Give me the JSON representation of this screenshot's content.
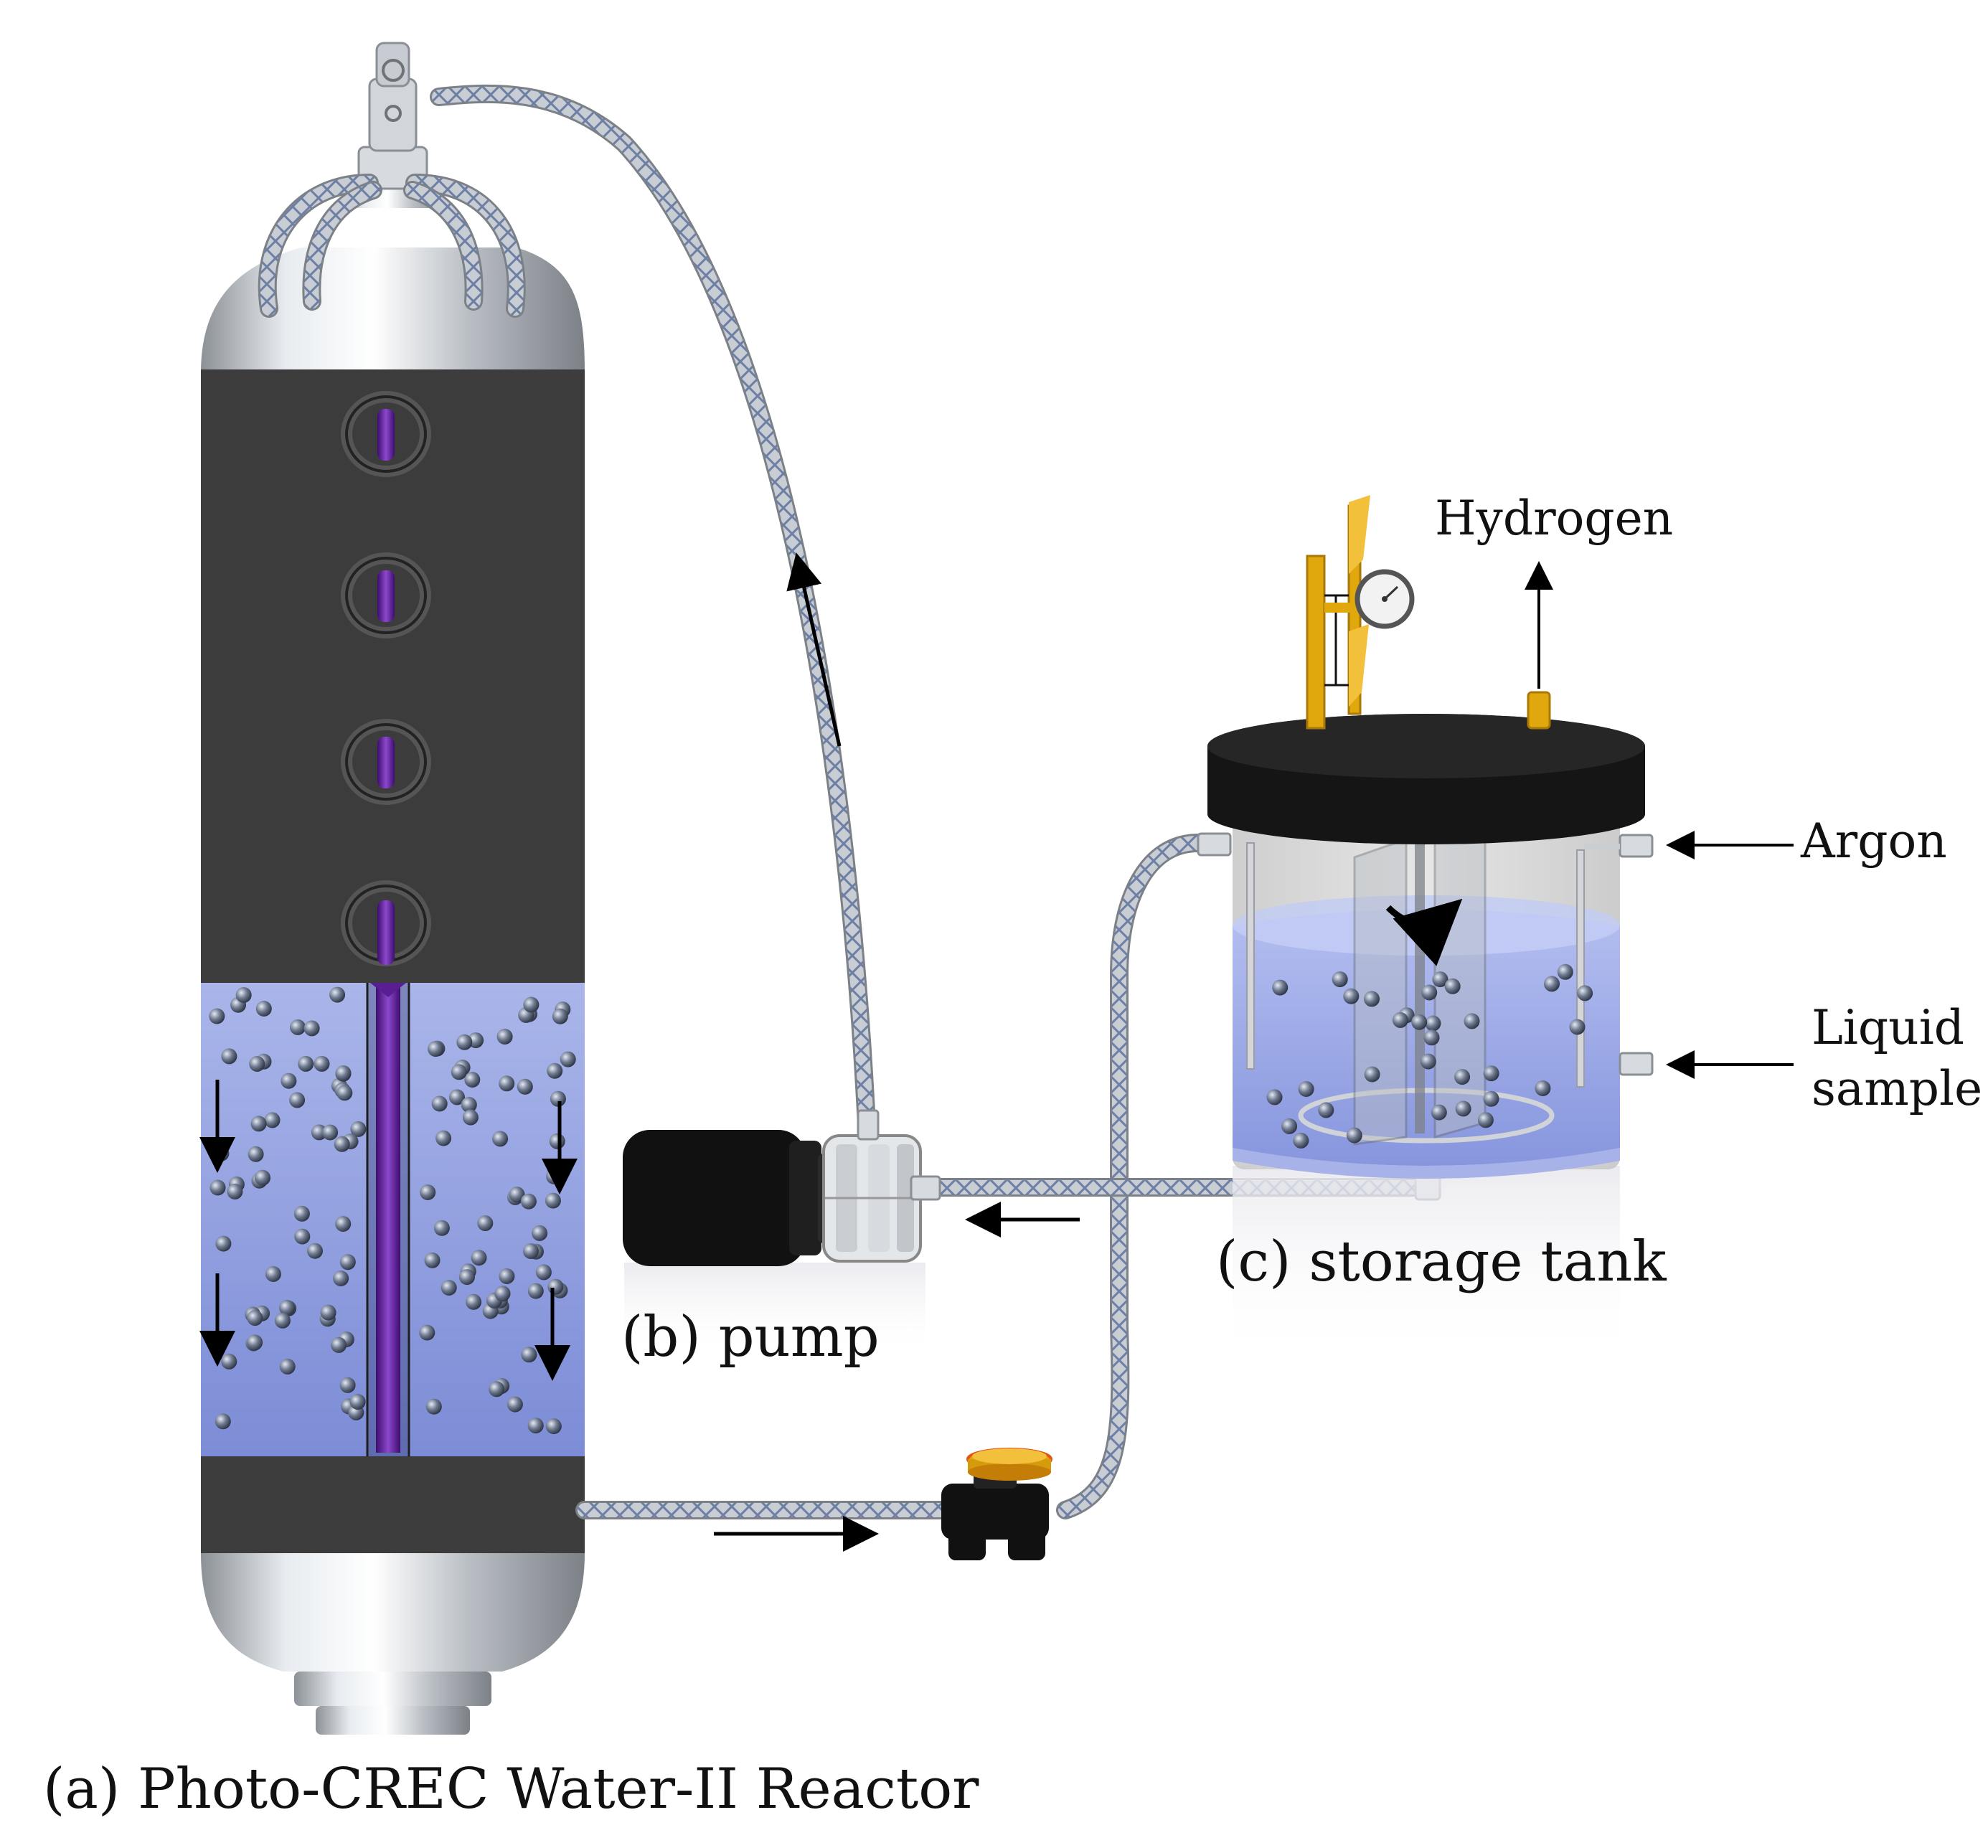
{
  "labels": {
    "reactor": "(a) Photo-CREC Water-II Reactor",
    "pump": "(b) pump",
    "tank": "(c) storage tank",
    "hydrogen": "Hydrogen",
    "argon": "Argon",
    "liquid_sample_line1": "Liquid",
    "liquid_sample_line2": "sample"
  },
  "colors": {
    "reactor_body": "#3c3c3c",
    "liquid": "#8e9ee0",
    "lamp": "#6a2aa0",
    "brass": "#e0a80c",
    "lid": "#151515",
    "steel": "#c8cdd3",
    "pump_black": "#111111"
  }
}
